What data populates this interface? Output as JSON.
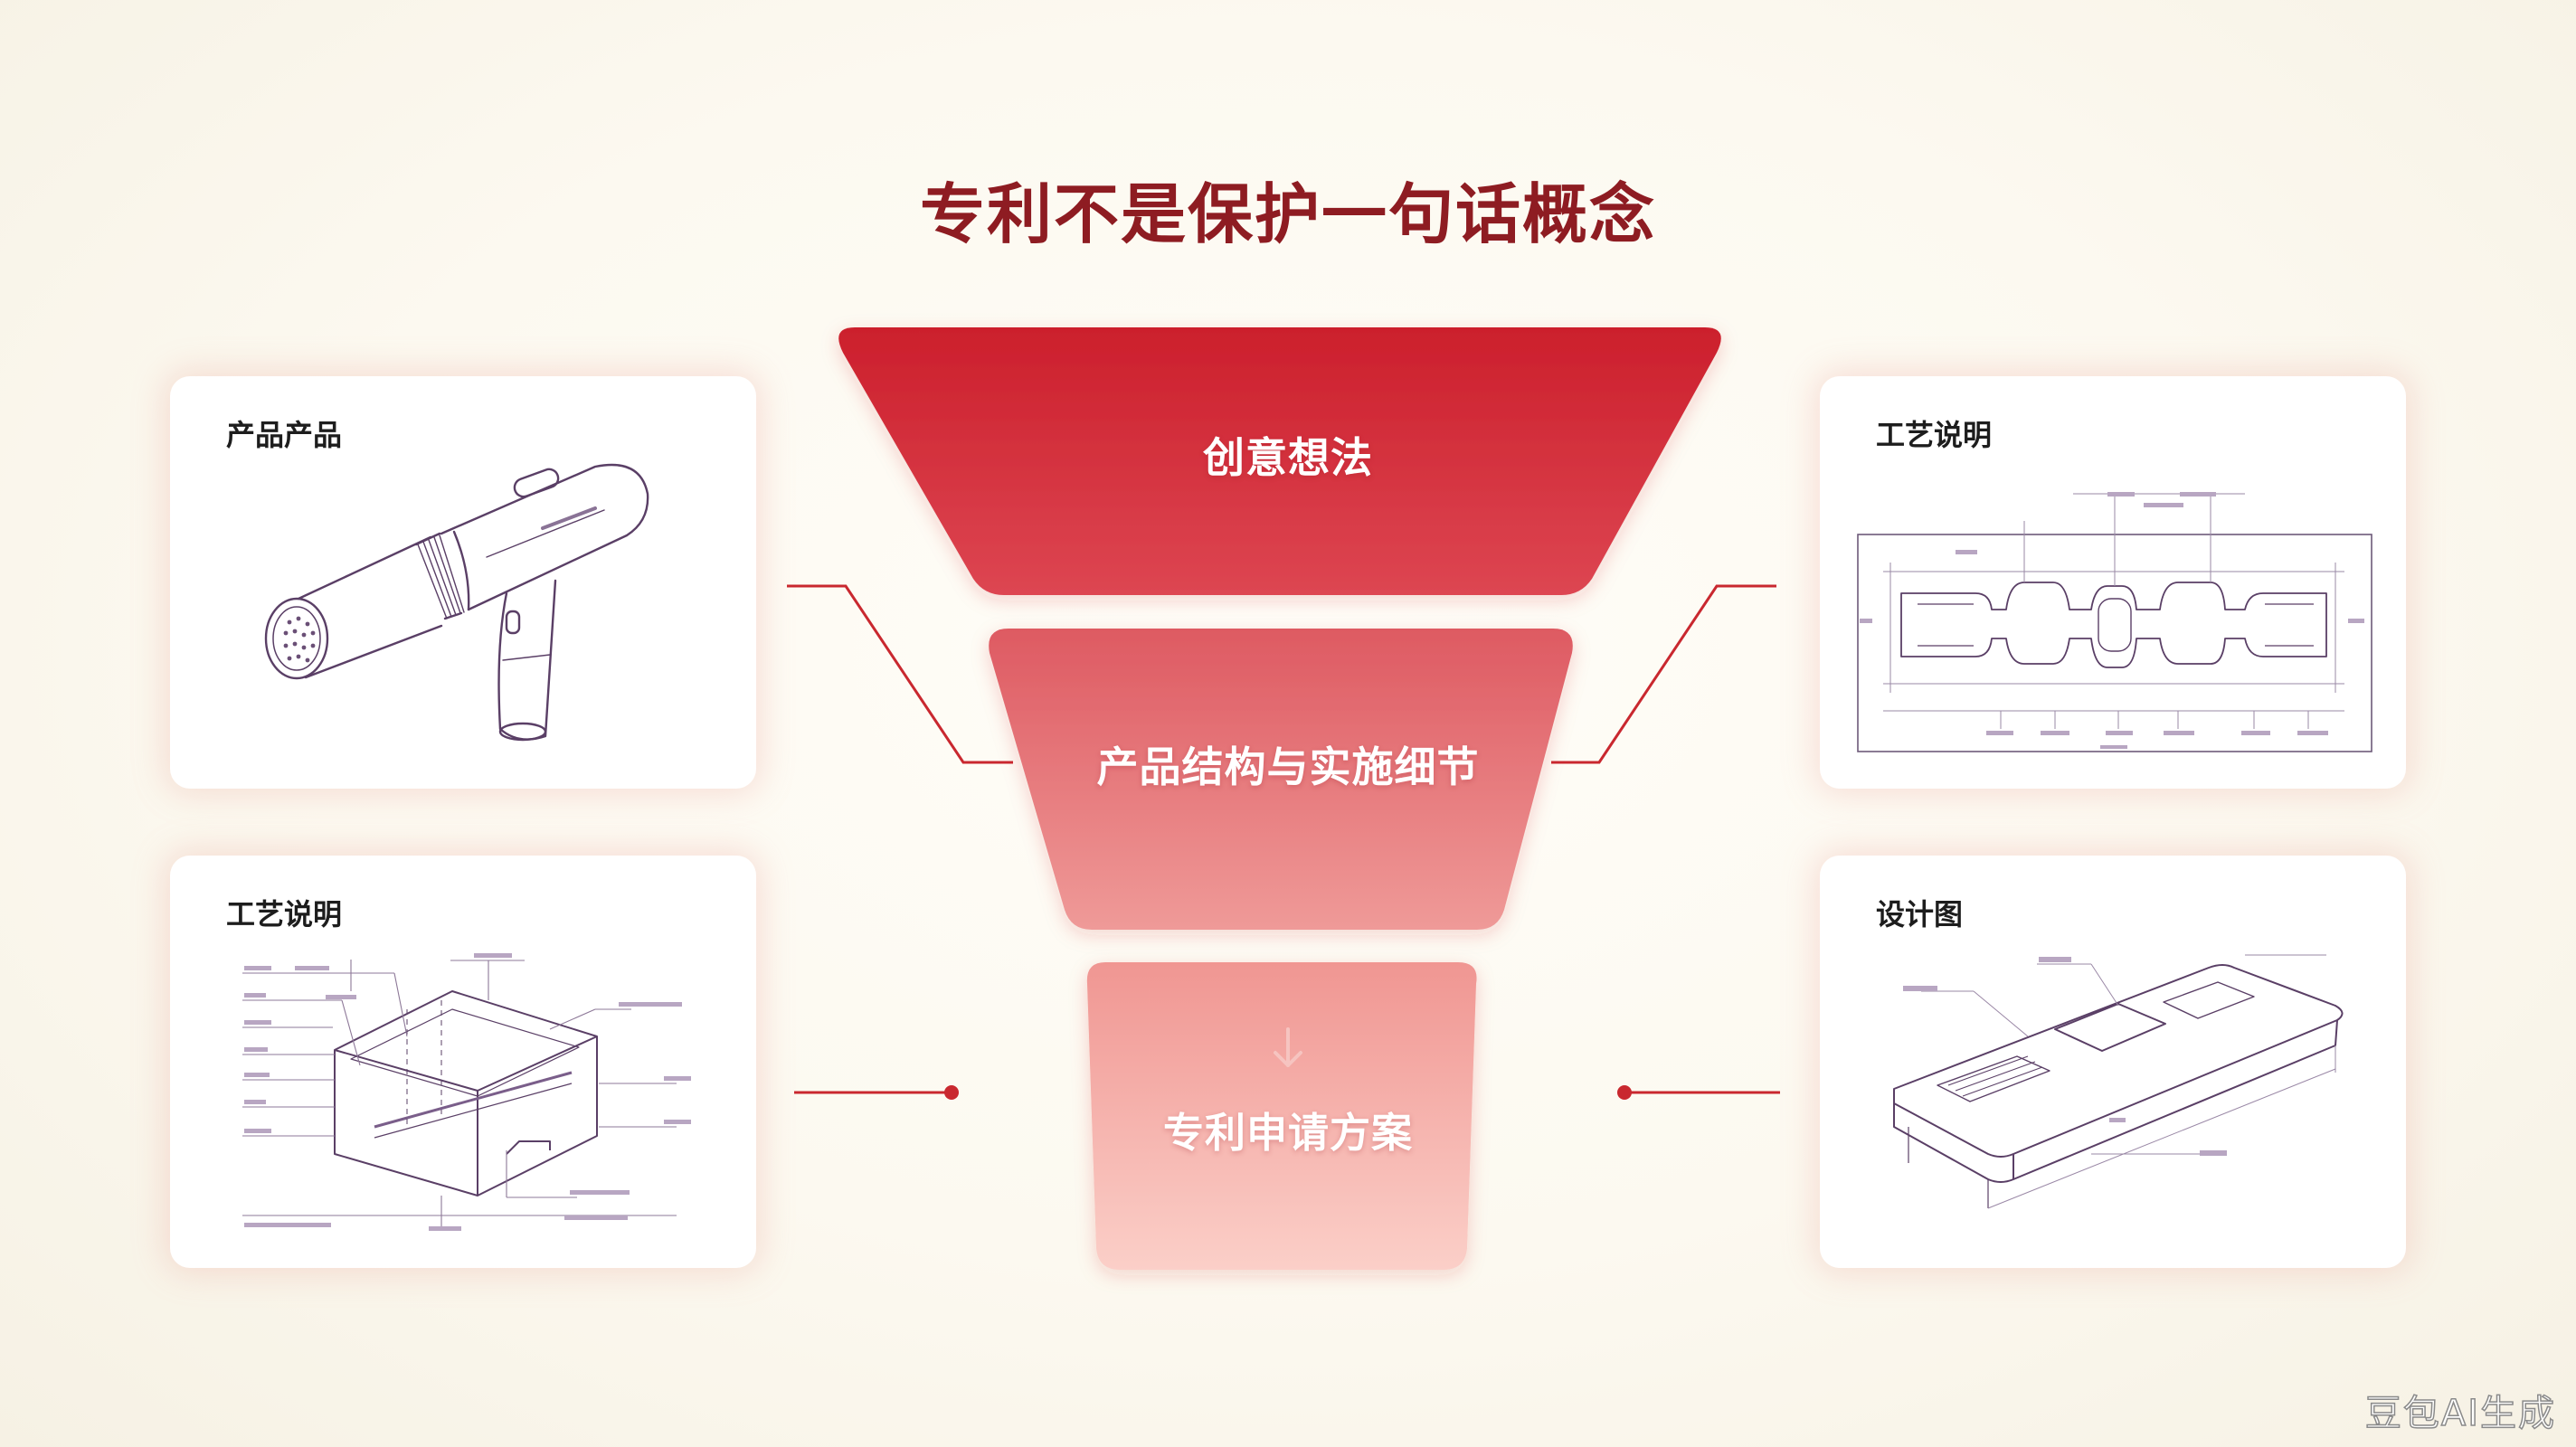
{
  "title": "专利不是保护一句话概念",
  "funnel": {
    "stages": [
      {
        "label": "创意想法",
        "color_top": "#cc1f2c",
        "color_bottom": "#dd4652"
      },
      {
        "label": "产品结构与实施细节",
        "color_top": "#de5a62",
        "color_bottom": "#ef9a98"
      },
      {
        "label": "专利申请方案",
        "color_top": "#f09692",
        "color_bottom": "#fbcfc8"
      }
    ],
    "arrow_icon": "arrow-down-icon"
  },
  "cards": {
    "top_left": {
      "title": "产品产品",
      "illustration": "handheld-device-drawing"
    },
    "bottom_left": {
      "title": "工艺说明",
      "illustration": "box-cross-section-drawing"
    },
    "top_right": {
      "title": "工艺说明",
      "illustration": "technical-blueprint-drawing"
    },
    "bottom_right": {
      "title": "设计图",
      "illustration": "isometric-device-drawing"
    }
  },
  "accent_color": "#c9282f",
  "watermark": "豆包AI生成"
}
